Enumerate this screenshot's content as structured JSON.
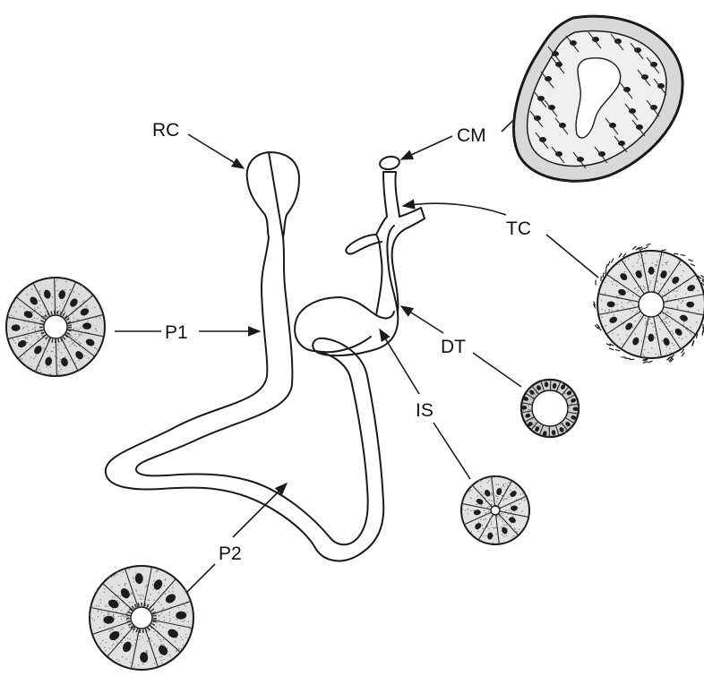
{
  "diagram": {
    "labels": {
      "rc": "RC",
      "cm": "CM",
      "tc": "TC",
      "p1": "P1",
      "dt": "DT",
      "is": "IS",
      "p2": "P2"
    },
    "colors": {
      "ink": "#1a1a1a",
      "background": "#ffffff"
    }
  }
}
